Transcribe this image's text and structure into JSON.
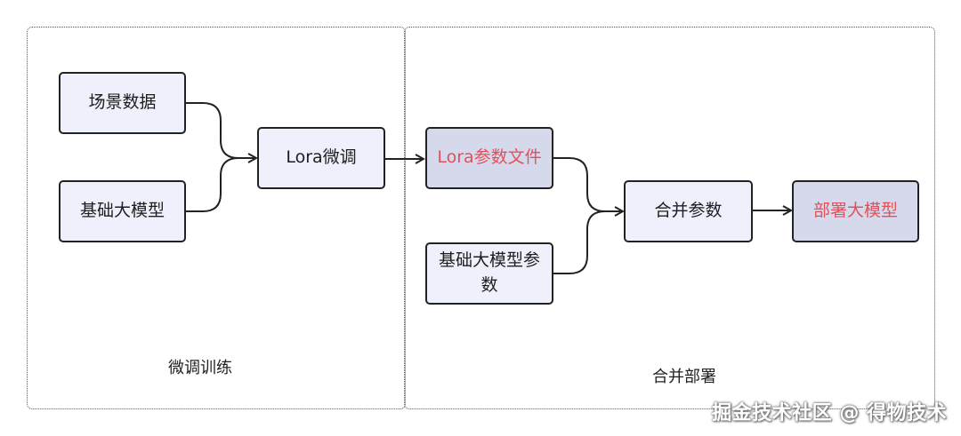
{
  "groups": {
    "left_label": "微调训练",
    "right_label": "合并部署"
  },
  "nodes": {
    "scene_data": "场景数据",
    "base_model": "基础大模型",
    "lora_finetune": "Lora微调",
    "lora_param_file": "Lora参数文件",
    "base_model_params": "基础大模型参数",
    "merge_params": "合并参数",
    "deploy_model": "部署大模型"
  },
  "colors": {
    "node_fill": "#eef0fb",
    "node_fill_dark": "#d6d8ec",
    "highlight_text": "#e0525a",
    "border": "#222222"
  },
  "watermark": "掘金技术社区 @ 得物技术"
}
